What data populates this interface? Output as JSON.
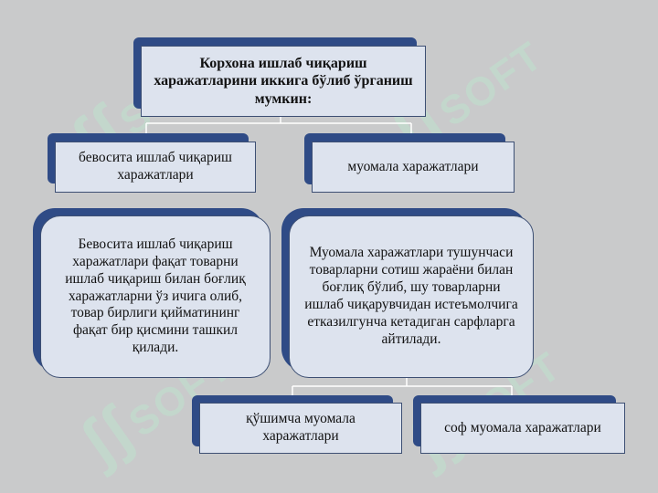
{
  "watermark": {
    "text": "SOFT",
    "symbol": "ʃʃ"
  },
  "diagram": {
    "root": "Корхона ишлаб чиқариш харажатларини иккига бўлиб ўрганиш мумкин:",
    "left_category": "бевосита ишлаб чиқариш харажатлари",
    "right_category": "муомала харажатлари",
    "left_description": "Бевосита ишлаб чиқариш харажатлари фақат товарни ишлаб чиқариш билан боғлиқ харажатларни ўз ичига олиб, товар бирлиги қийматининг фақат бир қисмини ташкил қилади.",
    "right_description": "Муомала харажатлари тушунчаси товарларни сотиш жараёни билан боғлиқ бўлиб, шу товарларни ишлаб чиқарувчидан истеъмолчига етказилгунча кетадиган сарфларга айтилади.",
    "sub_left": "қўшимча муомала харажатлари",
    "sub_right": "соф муомала харажатлари"
  }
}
